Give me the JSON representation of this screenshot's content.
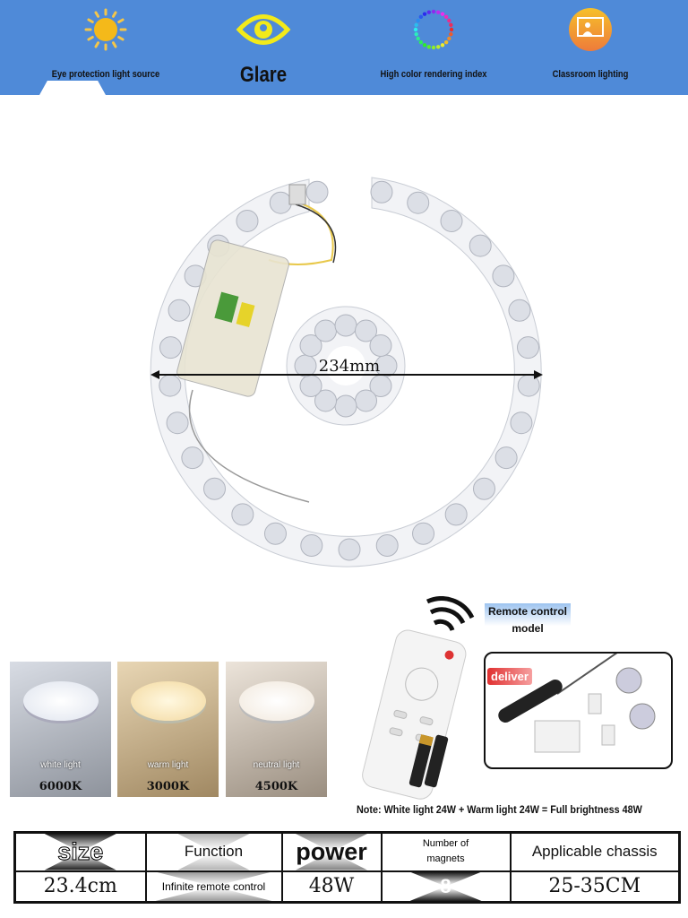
{
  "features": [
    {
      "icon": "sun-icon",
      "label": "Eye protection light source"
    },
    {
      "icon": "eye-icon",
      "label": "Glare"
    },
    {
      "icon": "color-ring-icon",
      "label": "High color rendering index"
    },
    {
      "icon": "classroom-icon",
      "label": "Classroom lighting"
    }
  ],
  "product": {
    "dimension_label": "234mm"
  },
  "color_temps": [
    {
      "label": "white light",
      "temp": "6000K",
      "color": "#e8ecf4"
    },
    {
      "label": "warm light",
      "temp": "3000K",
      "color": "#f3dcae"
    },
    {
      "label": "neutral light",
      "temp": "4500K",
      "color": "#f3ebe0"
    }
  ],
  "accessories": {
    "title": "Remote control model",
    "deliver_label": "deliver"
  },
  "note": "Note: White light 24W + Warm light 24W = Full brightness 48W",
  "specs": {
    "headers": [
      "size",
      "Function",
      "power",
      "Number of magnets",
      "Applicable chassis"
    ],
    "values": [
      "23.4cm",
      "Infinite remote control",
      "48W",
      "8",
      "25-35CM"
    ]
  }
}
